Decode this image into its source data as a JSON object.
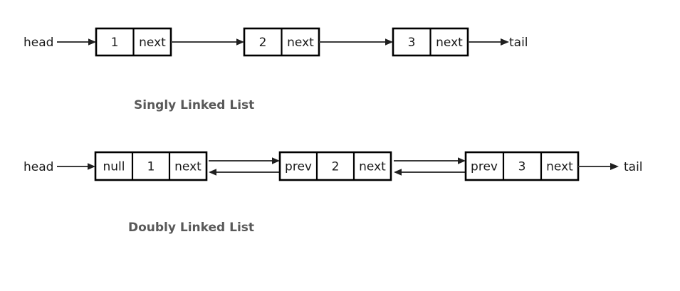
{
  "diagram": {
    "title_visible": false,
    "background_color": "#ffffff",
    "stroke_color": "#000000",
    "line_color": "#3b3b3b",
    "caption_color": "#595959",
    "text_color": "#1a1a1a"
  },
  "labels": {
    "head": "head",
    "tail": "tail"
  },
  "rows": [
    {
      "id": "singly-linked-list",
      "caption": "Singly Linked List",
      "head_label": "head",
      "tail_label": "tail",
      "nodes": [
        {
          "id": "node-1",
          "cells": [
            "1",
            "next"
          ]
        },
        {
          "id": "node-2",
          "cells": [
            "2",
            "next"
          ]
        },
        {
          "id": "node-3",
          "cells": [
            "3",
            "next"
          ]
        }
      ],
      "connector_type": "single-arrow-right"
    },
    {
      "id": "doubly-linked-list",
      "caption": "Doubly Linked List",
      "head_label": "head",
      "tail_label": "tail",
      "nodes": [
        {
          "id": "node-1",
          "cells": [
            "null",
            "1",
            "next"
          ]
        },
        {
          "id": "node-2",
          "cells": [
            "prev",
            "2",
            "next"
          ]
        },
        {
          "id": "node-3",
          "cells": [
            "prev",
            "3",
            "next"
          ]
        }
      ],
      "connector_type": "double-arrow-bidirectional"
    }
  ],
  "row1": {
    "caption": "Singly Linked List",
    "head": "head",
    "tail": "tail",
    "n1c1": "1",
    "n1c2": "next",
    "n2c1": "2",
    "n2c2": "next",
    "n3c1": "3",
    "n3c2": "next"
  },
  "row2": {
    "caption": "Doubly Linked List",
    "head": "head",
    "tail": "tail",
    "n1c1": "null",
    "n1c2": "1",
    "n1c3": "next",
    "n2c1": "prev",
    "n2c2": "2",
    "n2c3": "next",
    "n3c1": "prev",
    "n3c2": "3",
    "n3c3": "next"
  }
}
